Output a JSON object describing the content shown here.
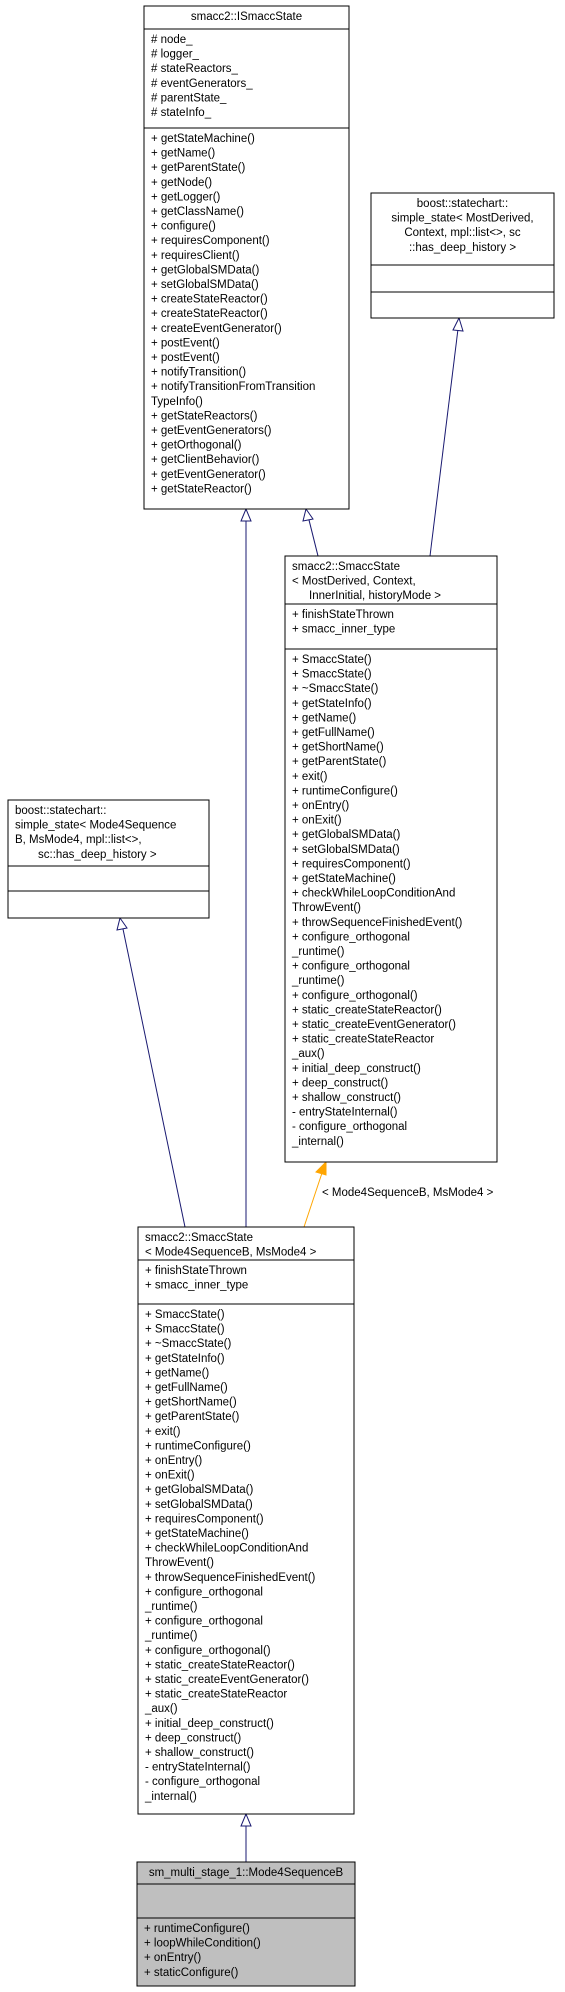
{
  "classes": {
    "ismacc_state": {
      "title": [
        "smacc2::ISmaccState"
      ],
      "attributes": [
        "# node_",
        "# logger_",
        "# stateReactors_",
        "# eventGenerators_",
        "# parentState_",
        "# stateInfo_"
      ],
      "methods": [
        "+ getStateMachine()",
        "+ getName()",
        "+ getParentState()",
        "+ getNode()",
        "+ getLogger()",
        "+ getClassName()",
        "+ configure()",
        "+ requiresComponent()",
        "+ requiresClient()",
        "+ getGlobalSMData()",
        "+ setGlobalSMData()",
        "+ createStateReactor()",
        "+ createStateReactor()",
        "+ createEventGenerator()",
        "+ postEvent()",
        "+ postEvent()",
        "+ notifyTransition()",
        "+ notifyTransitionFromTransition",
        "TypeInfo()",
        "+ getStateReactors()",
        "+ getEventGenerators()",
        "+ getOrthogonal()",
        "+ getClientBehavior()",
        "+ getEventGenerator()",
        "+ getStateReactor()"
      ]
    },
    "simple_state_generic": {
      "title": [
        "boost::statechart::",
        "simple_state< MostDerived,",
        "Context, mpl::list<>, sc",
        "::has_deep_history >"
      ],
      "attributes": [],
      "methods": []
    },
    "smacc_state_generic": {
      "title": [
        "smacc2::SmaccState",
        "< MostDerived, Context,",
        "InnerInitial, historyMode >"
      ],
      "attributes": [
        "+ finishStateThrown",
        "+ smacc_inner_type"
      ],
      "methods": [
        "+ SmaccState()",
        "+ SmaccState()",
        "+ ~SmaccState()",
        "+ getStateInfo()",
        "+ getName()",
        "+ getFullName()",
        "+ getShortName()",
        "+ getParentState()",
        "+ exit()",
        "+ runtimeConfigure()",
        "+ onEntry()",
        "+ onExit()",
        "+ getGlobalSMData()",
        "+ setGlobalSMData()",
        "+ requiresComponent()",
        "+ getStateMachine()",
        "+ checkWhileLoopConditionAnd",
        "ThrowEvent()",
        "+ throwSequenceFinishedEvent()",
        "+ configure_orthogonal",
        "_runtime()",
        "+ configure_orthogonal",
        "_runtime()",
        "+ configure_orthogonal()",
        "+ static_createStateReactor()",
        "+ static_createEventGenerator()",
        "+ static_createStateReactor",
        "_aux()",
        "+ initial_deep_construct()",
        "+ deep_construct()",
        "+ shallow_construct()",
        "- entryStateInternal()",
        "- configure_orthogonal",
        "_internal()"
      ]
    },
    "simple_state_mode4": {
      "title": [
        "boost::statechart::",
        "simple_state< Mode4Sequence",
        "B, MsMode4, mpl::list<>,",
        "sc::has_deep_history >"
      ],
      "attributes": [],
      "methods": []
    },
    "smacc_state_mode4": {
      "title": [
        "smacc2::SmaccState",
        "< Mode4SequenceB, MsMode4 >"
      ],
      "attributes": [
        "+ finishStateThrown",
        "+ smacc_inner_type"
      ],
      "methods": [
        "+ SmaccState()",
        "+ SmaccState()",
        "+ ~SmaccState()",
        "+ getStateInfo()",
        "+ getName()",
        "+ getFullName()",
        "+ getShortName()",
        "+ getParentState()",
        "+ exit()",
        "+ runtimeConfigure()",
        "+ onEntry()",
        "+ onExit()",
        "+ getGlobalSMData()",
        "+ setGlobalSMData()",
        "+ requiresComponent()",
        "+ getStateMachine()",
        "+ checkWhileLoopConditionAnd",
        "ThrowEvent()",
        "+ throwSequenceFinishedEvent()",
        "+ configure_orthogonal",
        "_runtime()",
        "+ configure_orthogonal",
        "_runtime()",
        "+ configure_orthogonal()",
        "+ static_createStateReactor()",
        "+ static_createEventGenerator()",
        "+ static_createStateReactor",
        "_aux()",
        "+ initial_deep_construct()",
        "+ deep_construct()",
        "+ shallow_construct()",
        "- entryStateInternal()",
        "- configure_orthogonal",
        "_internal()"
      ]
    },
    "mode4_sequence_b": {
      "title": [
        "sm_multi_stage_1::Mode4SequenceB"
      ],
      "attributes": [],
      "methods": [
        "+ runtimeConfigure()",
        "+ loopWhileCondition()",
        "+ onEntry()",
        "+ staticConfigure()"
      ]
    }
  },
  "template_label": "< Mode4SequenceB, MsMode4 >",
  "colors": {
    "edge": "#191970",
    "template_edge": "#ffa500",
    "highlight_fill": "#bfbfbf",
    "box_fill": "#ffffff"
  }
}
